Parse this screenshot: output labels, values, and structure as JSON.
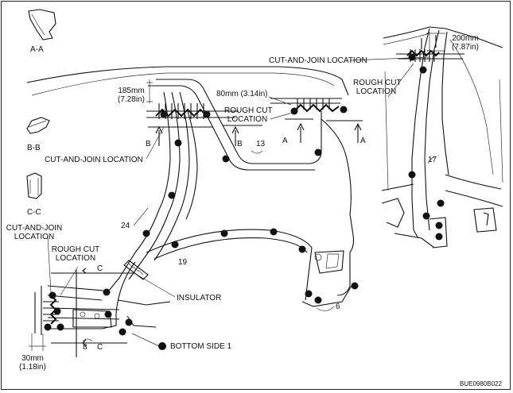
{
  "sections": {
    "aa": "A-A",
    "bb": "B-B",
    "cc": "C-C"
  },
  "labels": {
    "cut_join_top": "CUT-AND-JOIN LOCATION",
    "rough_cut_right": [
      "ROUGH CUT",
      "LOCATION"
    ],
    "dim_200": [
      "200mm",
      "(7.87in)"
    ],
    "dim_185": [
      "185mm",
      "(7.28in)"
    ],
    "dim_80": "80mm (3.14in)",
    "rough_cut_mid": [
      "ROUGH CUT",
      "LOCATION"
    ],
    "cut_join_left": "CUT-AND-JOIN LOCATION",
    "cut_join_lower": [
      "CUT-AND-JOIN",
      "LOCATION"
    ],
    "rough_cut_lower": [
      "ROUGH CUT",
      "LOCATION"
    ],
    "dim_30": [
      "30mm",
      "(1.18in)"
    ],
    "insulator": "INSULATOR",
    "bottom_side": "BOTTOM SIDE 1",
    "figure_id": "BUE0980B022"
  },
  "markers": {
    "a": "A",
    "b": "B",
    "c": "C"
  },
  "part_numbers": {
    "p6": "6",
    "p8": "8",
    "p13": "13",
    "p17": "17",
    "p19": "19",
    "p24": "24"
  }
}
